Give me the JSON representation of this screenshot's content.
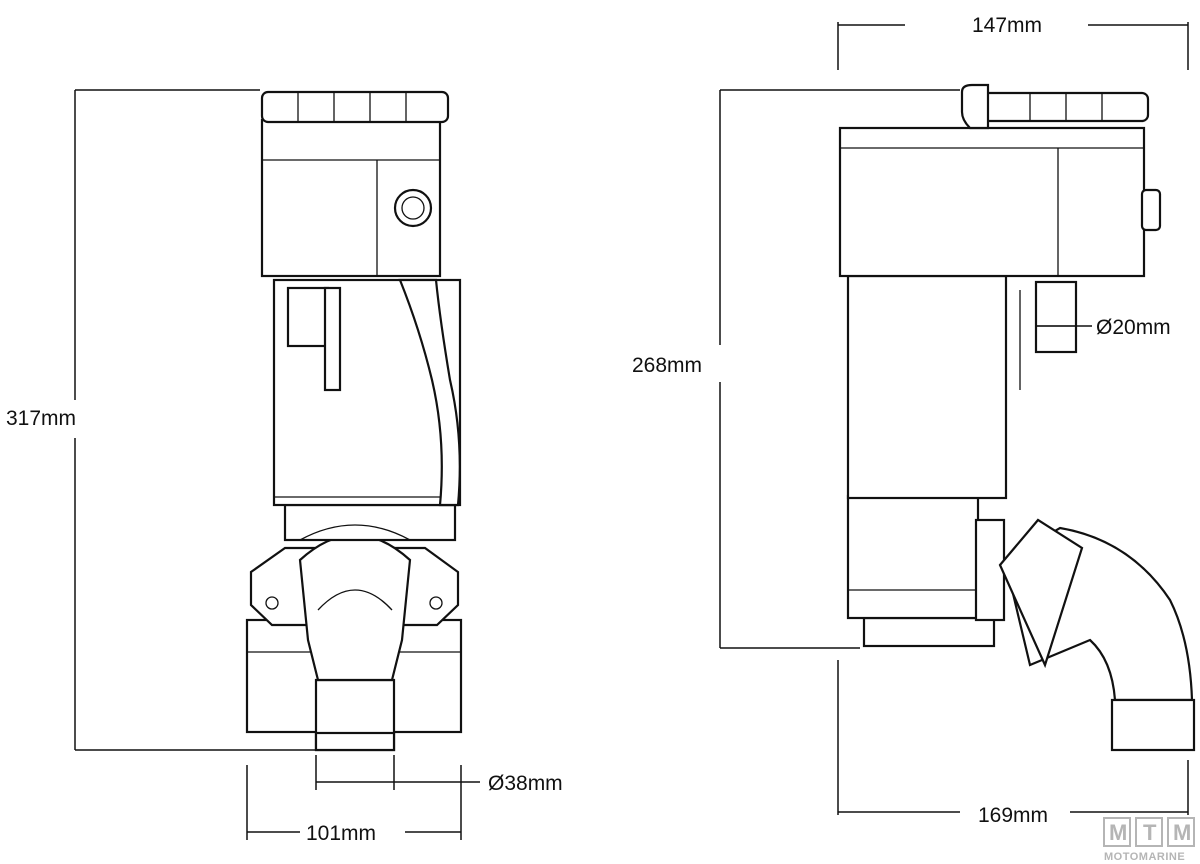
{
  "dimensions": {
    "front_height": "317mm",
    "front_width": "101mm",
    "front_outlet_diameter": "Ø38mm",
    "side_height": "268mm",
    "side_width_top": "147mm",
    "side_width_bottom": "169mm",
    "side_inlet_diameter": "Ø20mm"
  },
  "logo": {
    "letters": [
      "M",
      "T",
      "M"
    ],
    "subtitle": "MOTOMARINE"
  }
}
